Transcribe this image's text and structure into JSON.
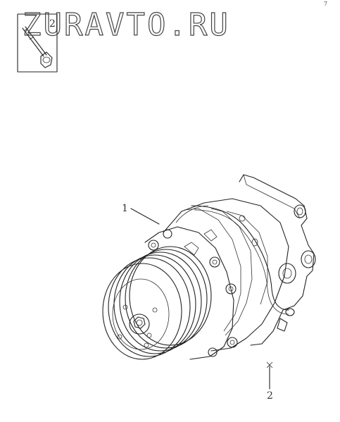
{
  "watermark": "ZURAVTO.RU",
  "corner_mark": "7",
  "inset": {
    "callout_number": "2"
  },
  "callouts": [
    {
      "id": "compressor",
      "label": "1"
    },
    {
      "id": "bolt",
      "label": "2"
    }
  ]
}
